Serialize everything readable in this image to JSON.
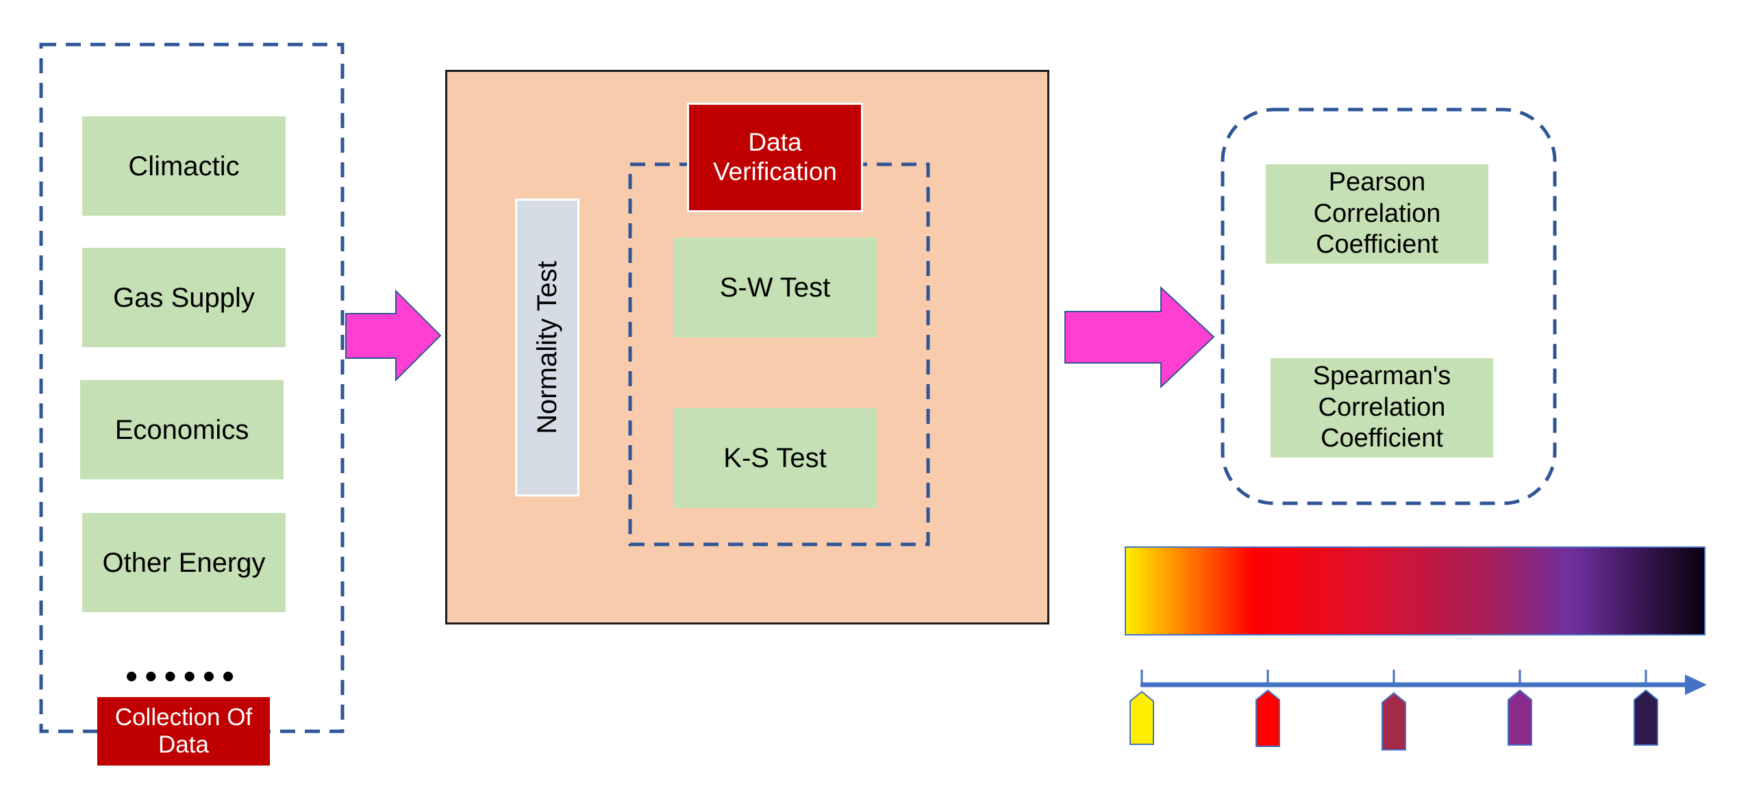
{
  "collection": {
    "items": [
      "Climactic",
      "Gas Supply",
      "Economics",
      "Other Energy"
    ],
    "ellipsis": "••••••",
    "label": "Collection Of\nData"
  },
  "verification": {
    "title": "Data\nVerification",
    "normality_label": "Normality Test",
    "tests": [
      "S-W Test",
      "K-S Test"
    ]
  },
  "correlation": {
    "methods": [
      "Pearson\nCorrelation\nCoefficient",
      "Spearman's\nCorrelation\nCoefficient"
    ]
  },
  "colors": {
    "arrow": "#ff3fd2",
    "dashed_border": "#2f5597",
    "green_box": "#c5e0b4",
    "red_label": "#c00000",
    "panel": "#f8cbad",
    "scale_axis": "#4472c4",
    "gradient_stops": [
      "#ffee00",
      "#ff0000",
      "#e0102a",
      "#a81d56",
      "#7030a0",
      "#0a0010"
    ],
    "markers": [
      "#ffee00",
      "#ff0000",
      "#a52a4a",
      "#8a2a8a",
      "#2d1a4a"
    ]
  }
}
